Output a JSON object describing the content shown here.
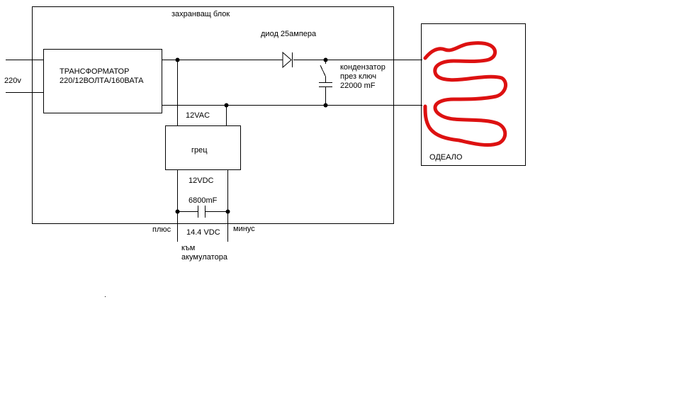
{
  "labels": {
    "enclosure": "захранващ блок",
    "mains": "220v",
    "transformer_line1": "ТРАНСФОРМАТОР",
    "transformer_line2": "220/12ВОЛТА/160ВАТА",
    "diode": "диод 25ампера",
    "capacitor_switch_line1": "кондензатор",
    "capacitor_switch_line2": "през ключ",
    "capacitor_switch_line3": "22000 mF",
    "ac_voltage": "12VAC",
    "rectifier": "грец",
    "dc_voltage": "12VDC",
    "filter_cap": "6800mF",
    "plus": "плюс",
    "minus": "минус",
    "battery_voltage": "14.4 VDC",
    "to_battery_line1": "към",
    "to_battery_line2": "акумулатора",
    "blanket": "ОДЕАЛО"
  },
  "colors": {
    "wire": "#000000",
    "heating_element": "#dd1111",
    "background": "#ffffff"
  }
}
